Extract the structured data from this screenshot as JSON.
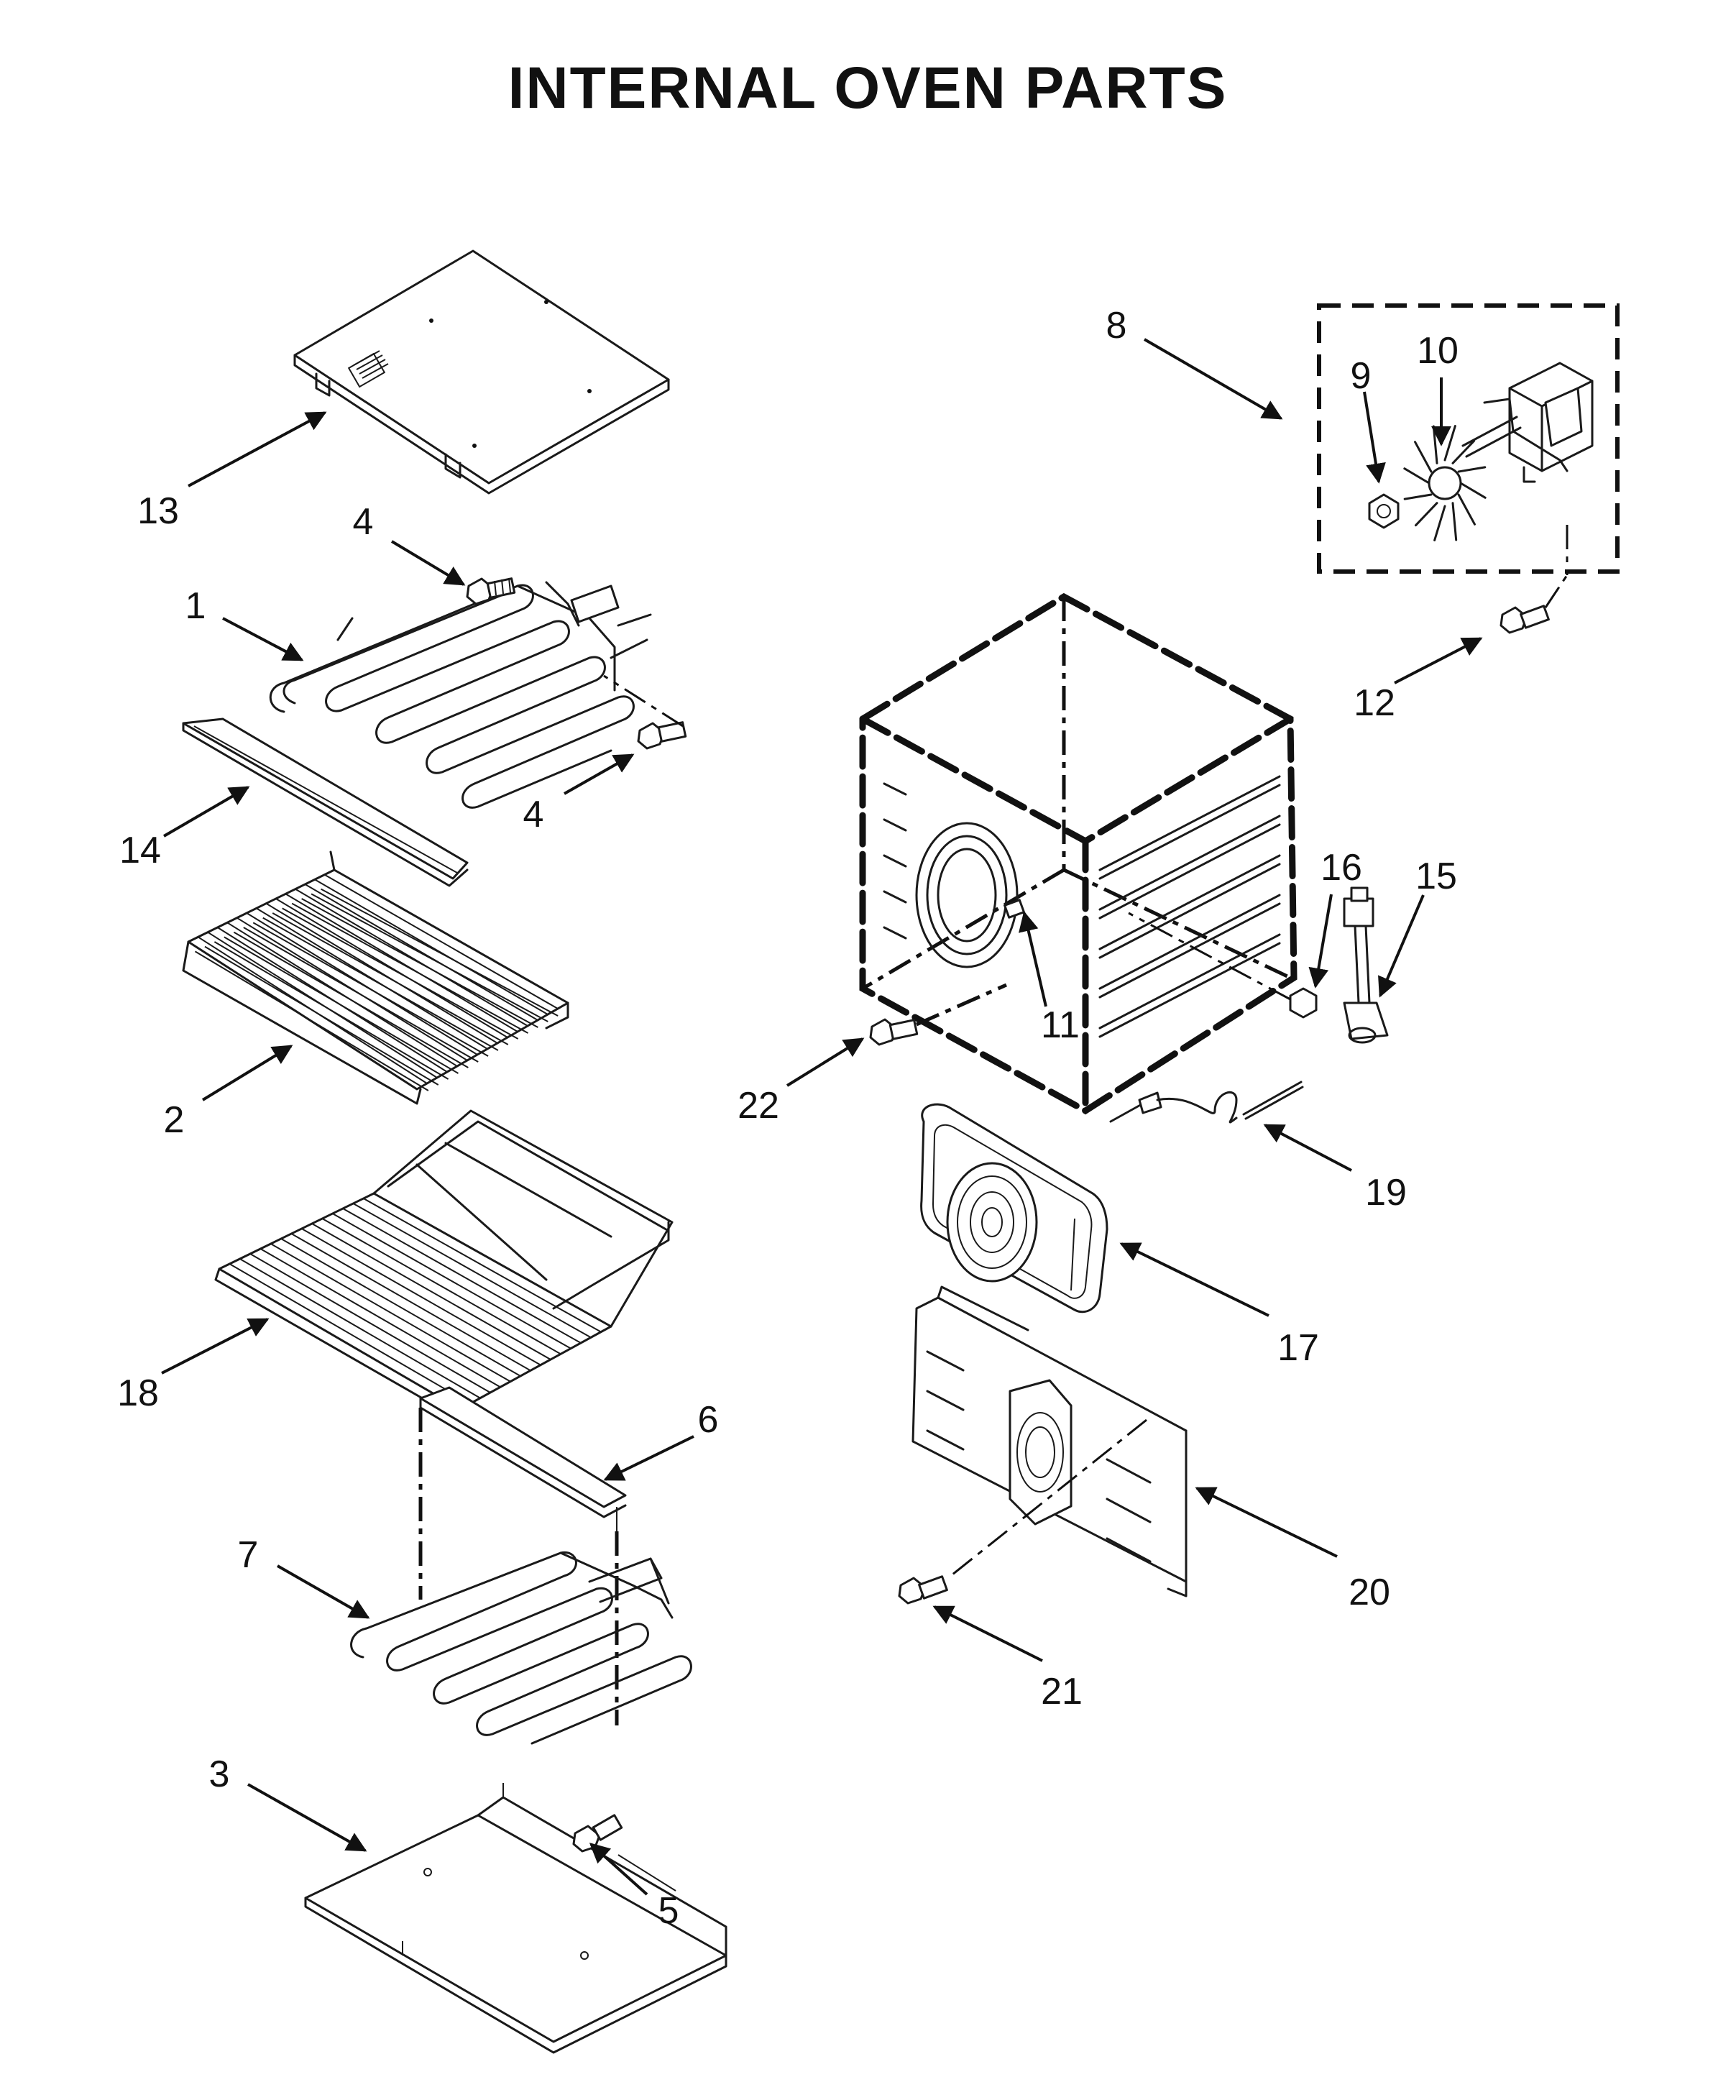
{
  "title": "INTERNAL OVEN PARTS",
  "callouts": {
    "c1": "1",
    "c2": "2",
    "c3": "3",
    "c4a": "4",
    "c4b": "4",
    "c5": "5",
    "c6": "6",
    "c7": "7",
    "c8": "8",
    "c9": "9",
    "c10": "10",
    "c11": "11",
    "c12": "12",
    "c13": "13",
    "c14": "14",
    "c15": "15",
    "c16": "16",
    "c17": "17",
    "c18": "18",
    "c19": "19",
    "c20": "20",
    "c21": "21",
    "c22": "22"
  },
  "colors": {
    "line": "#1a1a1a",
    "background": "#ffffff"
  }
}
